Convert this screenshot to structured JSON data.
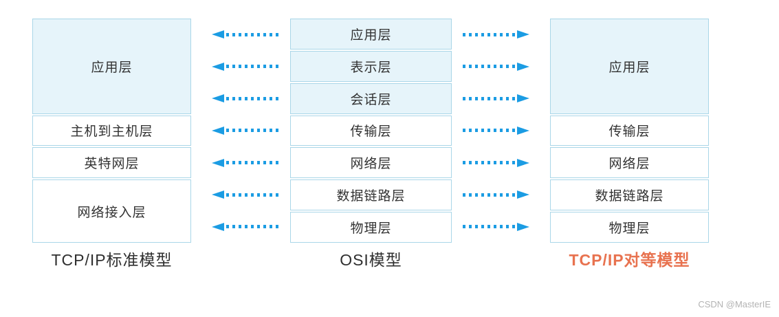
{
  "columns": [
    {
      "id": "tcpip-standard",
      "label": "TCP/IP标准模型",
      "label_color": "#2f2f2f",
      "cells": [
        {
          "text": "应用层",
          "rowspan": 3,
          "highlight": true
        },
        {
          "text": "主机到主机层",
          "rowspan": 1,
          "highlight": false
        },
        {
          "text": "英特网层",
          "rowspan": 1,
          "highlight": false
        },
        {
          "text": "网络接入层",
          "rowspan": 2,
          "highlight": false
        }
      ]
    },
    {
      "id": "osi",
      "label": "OSI模型",
      "label_color": "#2f2f2f",
      "cells": [
        {
          "text": "应用层",
          "rowspan": 1,
          "highlight": true
        },
        {
          "text": "表示层",
          "rowspan": 1,
          "highlight": true
        },
        {
          "text": "会话层",
          "rowspan": 1,
          "highlight": true
        },
        {
          "text": "传输层",
          "rowspan": 1,
          "highlight": false
        },
        {
          "text": "网络层",
          "rowspan": 1,
          "highlight": false
        },
        {
          "text": "数据链路层",
          "rowspan": 1,
          "highlight": false
        },
        {
          "text": "物理层",
          "rowspan": 1,
          "highlight": false
        }
      ]
    },
    {
      "id": "tcpip-peer",
      "label": "TCP/IP对等模型",
      "label_color": "#e8724f",
      "cells": [
        {
          "text": "应用层",
          "rowspan": 3,
          "highlight": true
        },
        {
          "text": "传输层",
          "rowspan": 1,
          "highlight": false
        },
        {
          "text": "网络层",
          "rowspan": 1,
          "highlight": false
        },
        {
          "text": "数据链路层",
          "rowspan": 1,
          "highlight": false
        },
        {
          "text": "物理层",
          "rowspan": 1,
          "highlight": false
        }
      ]
    }
  ],
  "arrows": {
    "left_gap": {
      "direction": "left",
      "count": 7
    },
    "right_gap": {
      "direction": "right",
      "count": 7
    },
    "color": "#1b9ce3"
  },
  "colors": {
    "cell_fill_highlight": "#e6f4fa",
    "cell_fill_plain": "#ffffff",
    "cell_border": "#a9d6e8",
    "cell_text": "#333333",
    "arrow": "#1b9ce3",
    "peer_label": "#e8724f",
    "watermark": "#b3b3b3"
  },
  "watermark": {
    "text": "CSDN @MasterIE"
  }
}
